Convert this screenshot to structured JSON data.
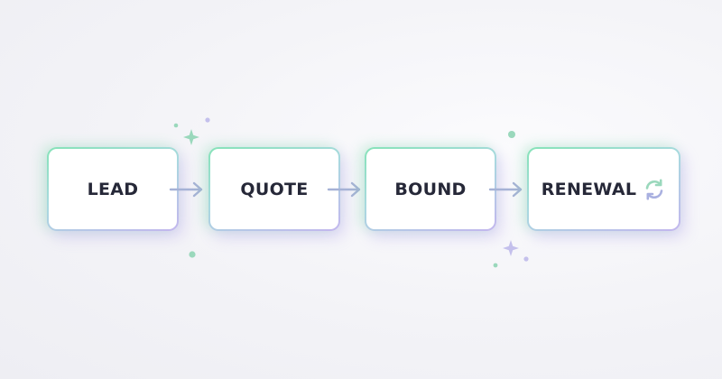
{
  "diagram": {
    "stages": [
      {
        "label": "LEAD"
      },
      {
        "label": "QUOTE"
      },
      {
        "label": "BOUND"
      },
      {
        "label": "RENEWAL",
        "icon": "refresh-cycle-icon"
      }
    ],
    "connector": "arrow-right-icon"
  },
  "colors": {
    "border_start": "#86e3b8",
    "border_end": "#c3b6ee",
    "text": "#262838",
    "arrow": "#a6b2d6",
    "icon_mint": "#9ad8bc",
    "icon_lavender": "#a9b0e0",
    "sparkle_mint": "#9ad8bc",
    "sparkle_lavender": "#c4c0ec"
  }
}
